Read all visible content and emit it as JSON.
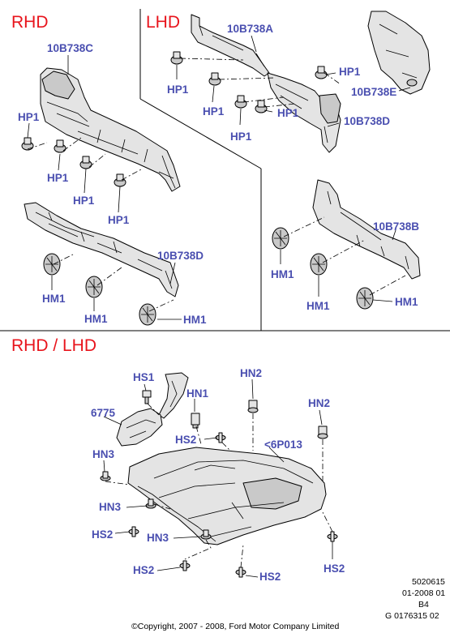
{
  "sections": {
    "rhd": "RHD",
    "lhd": "LHD",
    "rhd_lhd": "RHD / LHD"
  },
  "callouts": {
    "rhd_bracket": "10B738C",
    "rhd_hp1_a": "HP1",
    "rhd_hp1_b": "HP1",
    "rhd_hp1_c": "HP1",
    "rhd_hp1_d": "HP1",
    "rhd_shield": "10B738D",
    "rhd_hm1_a": "HM1",
    "rhd_hm1_b": "HM1",
    "rhd_hm1_c": "HM1",
    "lhd_bracket": "10B738A",
    "lhd_hp1_a": "HP1",
    "lhd_hp1_b": "HP1",
    "lhd_hp1_c": "HP1",
    "lhd_hp1_d": "HP1",
    "lhd_hp1_e": "HP1",
    "lhd_cover": "10B738E",
    "lhd_shield": "10B738D",
    "lhd_shield_b": "10B738B",
    "lhd_hm1_a": "HM1",
    "lhd_hm1_b": "HM1",
    "lhd_hm1_c": "HM1",
    "hs1": "HS1",
    "hn1": "HN1",
    "hn2_a": "HN2",
    "hn2_b": "HN2",
    "part_6775": "6775",
    "hs2_a": "HS2",
    "part_6p013": "<6P013",
    "hn3_a": "HN3",
    "hn3_b": "HN3",
    "hs2_b": "HS2",
    "hn3_c": "HN3",
    "hs2_c": "HS2",
    "hs2_d": "HS2",
    "hs2_e": "HS2"
  },
  "footer": {
    "code": "5020615",
    "date": "01-2008 01",
    "page": "B4",
    "graphic_id": "G 0176315 02",
    "copyright": "©Copyright, 2007 - 2008, Ford Motor Company Limited"
  }
}
